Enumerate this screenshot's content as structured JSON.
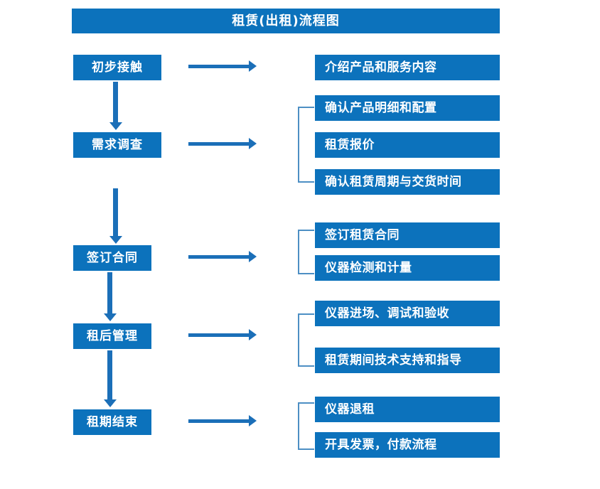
{
  "diagram": {
    "title": "租赁(出租)流程图",
    "accent_color": "#0C72BC",
    "arrow_color": "#1B6FB8",
    "bracket_color": "#4D8FC4",
    "text_color": "#FFFFFF",
    "background_color": "#FFFFFF",
    "stages": [
      {
        "id": "stage-1",
        "label": "初步接触",
        "details": [
          {
            "id": "detail-1-1",
            "label": "介绍产品和服务内容"
          }
        ],
        "has_bracket": false,
        "arrow_to_next": true
      },
      {
        "id": "stage-2",
        "label": "需求调查",
        "details": [
          {
            "id": "detail-2-1",
            "label": "确认产品明细和配置"
          },
          {
            "id": "detail-2-2",
            "label": "租赁报价"
          },
          {
            "id": "detail-2-3",
            "label": "确认租赁周期与交货时间"
          }
        ],
        "has_bracket": true,
        "arrow_to_next": true
      },
      {
        "id": "stage-3",
        "label": "签订合同",
        "details": [
          {
            "id": "detail-3-1",
            "label": "签订租赁合同"
          },
          {
            "id": "detail-3-2",
            "label": "仪器检测和计量"
          }
        ],
        "has_bracket": true,
        "arrow_to_next": true
      },
      {
        "id": "stage-4",
        "label": "租后管理",
        "details": [
          {
            "id": "detail-4-1",
            "label": "仪器进场、调试和验收"
          },
          {
            "id": "detail-4-2",
            "label": "租赁期间技术支持和指导"
          }
        ],
        "has_bracket": true,
        "arrow_to_next": true
      },
      {
        "id": "stage-5",
        "label": "租期结束",
        "details": [
          {
            "id": "detail-5-1",
            "label": "仪器退租"
          },
          {
            "id": "detail-5-2",
            "label": "开具发票，付款流程"
          }
        ],
        "has_bracket": true,
        "arrow_to_next": false
      }
    ]
  }
}
